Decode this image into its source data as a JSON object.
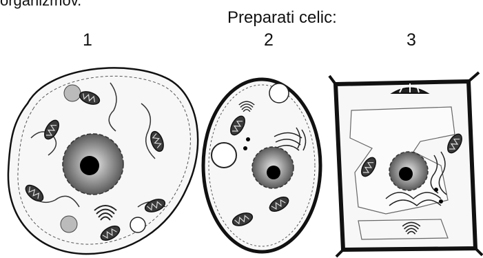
{
  "header": {
    "cut_text": "organizmov.",
    "title": "Preparati celic:"
  },
  "labels": [
    "1",
    "2",
    "3"
  ]
}
